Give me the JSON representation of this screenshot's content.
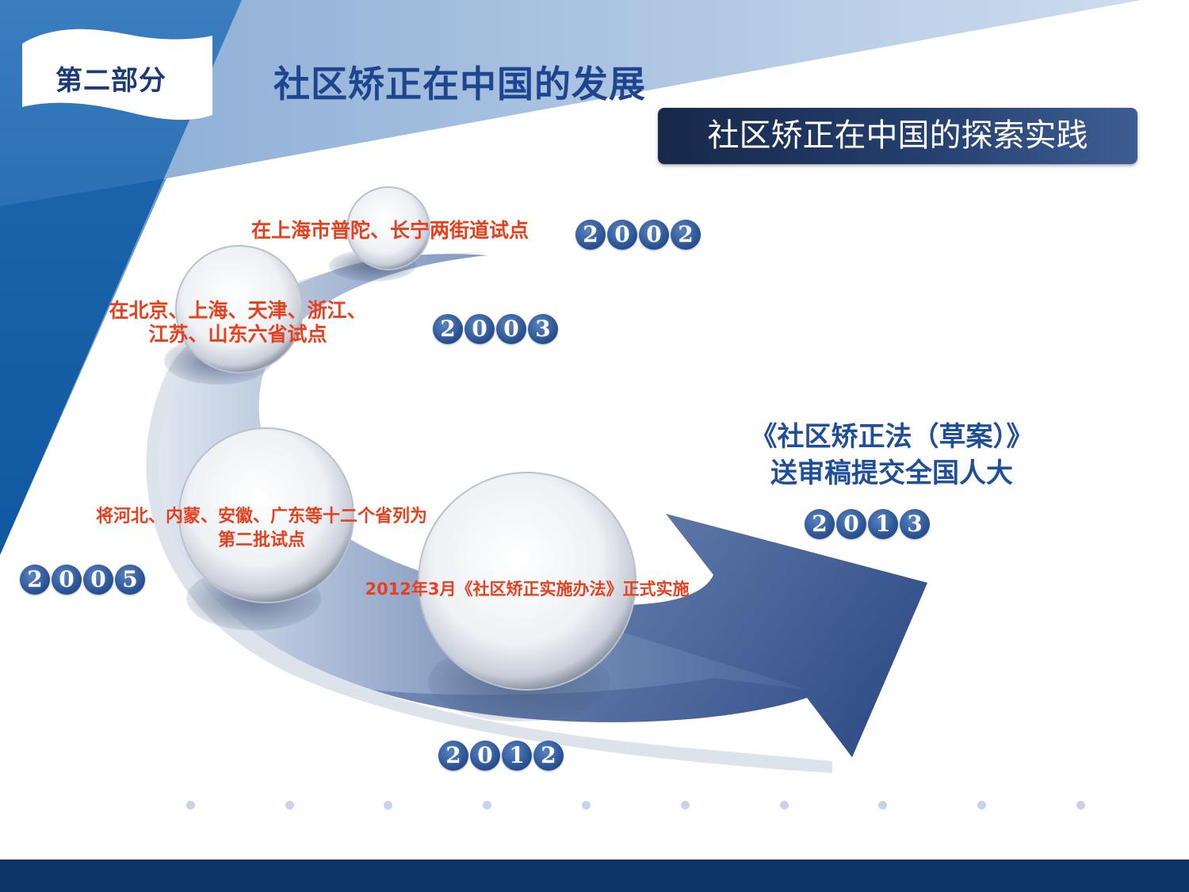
{
  "header": {
    "part_label": "第二部分",
    "title": "社区矫正在中国的发展",
    "subtitle": "社区矫正在中国的探索实践"
  },
  "timeline": {
    "events": [
      {
        "year": "2002",
        "digits": [
          "2",
          "0",
          "0",
          "2"
        ],
        "text": "在上海市普陀、长宁两街道试点"
      },
      {
        "year": "2003",
        "digits": [
          "2",
          "0",
          "0",
          "3"
        ],
        "text_line1": "在北京、上海、天津、浙江、",
        "text_line2": "江苏、山东六省试点"
      },
      {
        "year": "2005",
        "digits": [
          "2",
          "0",
          "0",
          "5"
        ],
        "text_line1": "将河北、内蒙、安徽、广东等十二个省列为",
        "text_line2": "第二批试点"
      },
      {
        "year": "2012",
        "digits": [
          "2",
          "0",
          "1",
          "2"
        ],
        "text": "2012年3月《社区矫正实施办法》正式实施"
      },
      {
        "year": "2013",
        "digits": [
          "2",
          "0",
          "1",
          "3"
        ],
        "text_line1": "《社区矫正法（草案）》",
        "text_line2": "送审稿提交全国人大"
      }
    ]
  },
  "colors": {
    "accent_blue": "#1f4590",
    "event_red": "#e8401c",
    "footer": "#0d3567"
  }
}
